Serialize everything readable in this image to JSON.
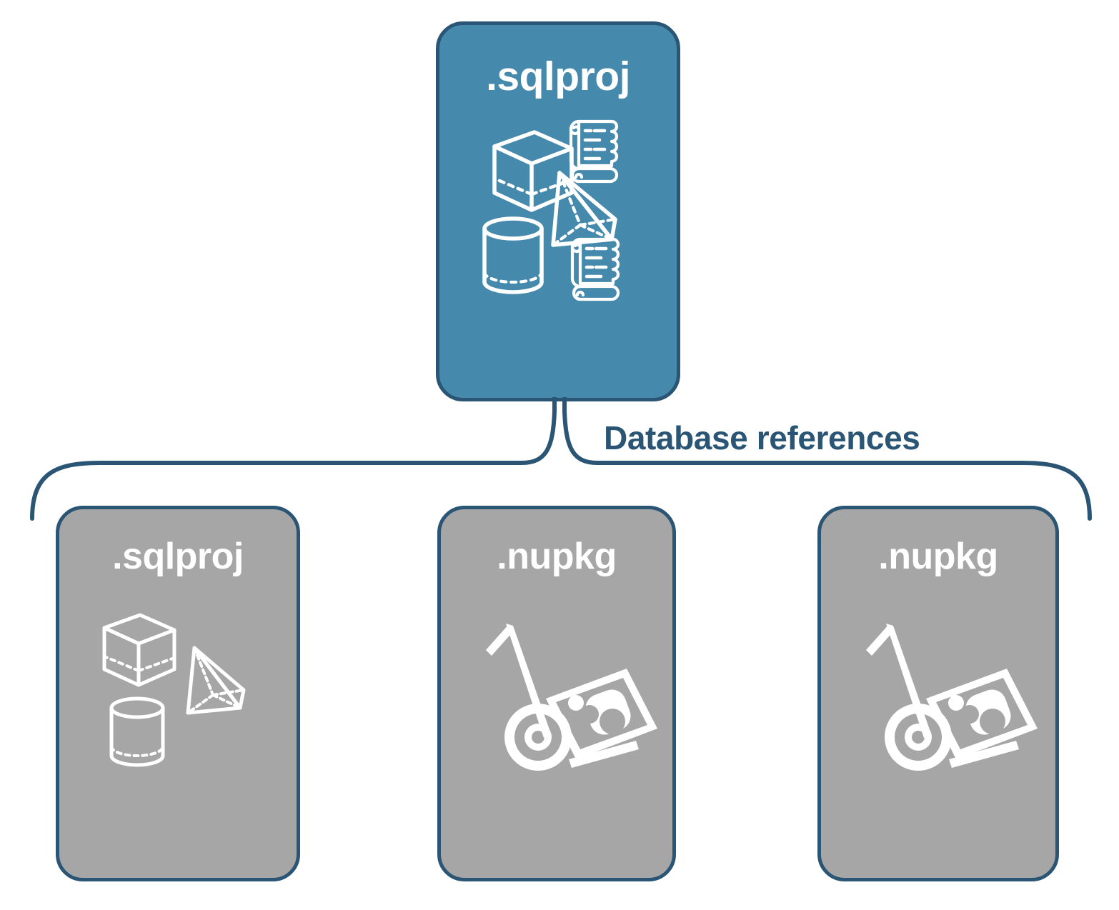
{
  "diagram": {
    "title": "Database references",
    "colors": {
      "primary_fill": "#4589ad",
      "secondary_fill": "#a6a6a6",
      "stroke": "#2b5574",
      "icon": "#ffffff",
      "label_text": "#2b5574",
      "background": "#ffffff"
    },
    "connector": {
      "type": "curly-brace",
      "label": "Database references"
    },
    "root": {
      "label": ".sqlproj",
      "kind": "project",
      "icons": [
        "cube-icon",
        "pyramid-icon",
        "cylinder-icon",
        "script-scroll-icon",
        "script-scroll-icon"
      ]
    },
    "references": [
      {
        "label": ".sqlproj",
        "kind": "project",
        "icons": [
          "cube-icon",
          "pyramid-icon",
          "cylinder-icon"
        ]
      },
      {
        "label": ".nupkg",
        "kind": "package",
        "icons": [
          "nuget-hand-truck-icon"
        ]
      },
      {
        "label": ".nupkg",
        "kind": "package",
        "icons": [
          "nuget-hand-truck-icon"
        ]
      }
    ]
  }
}
